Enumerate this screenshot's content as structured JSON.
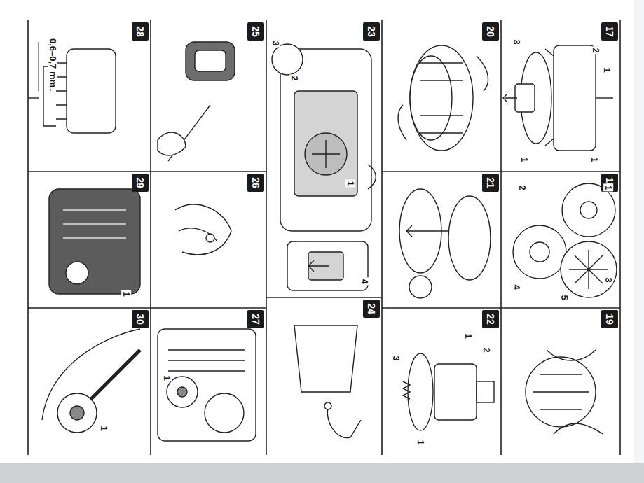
{
  "diagram": {
    "nodes": [
      {
        "text": [
          "17"
        ]
      },
      {
        "text": [
          "18"
        ]
      },
      {
        "text": [
          "19"
        ]
      },
      {
        "text": [
          "20"
        ]
      },
      {
        "text": [
          "21"
        ]
      },
      {
        "text": [
          "22"
        ]
      },
      {
        "text": [
          "23"
        ]
      },
      {
        "text": [
          "24"
        ]
      },
      {
        "text": [
          "25"
        ]
      },
      {
        "text": [
          "26"
        ]
      },
      {
        "text": [
          "27"
        ]
      },
      {
        "text": [
          "28"
        ]
      },
      {
        "text": [
          "29"
        ]
      },
      {
        "text": [
          "30"
        ]
      }
    ],
    "labels": [
      "2",
      "1",
      "3",
      "1",
      "1",
      "1",
      "2",
      "3",
      "4",
      "5",
      "1",
      "2",
      "1",
      "3",
      "3",
      "2",
      "1",
      "4",
      "1",
      "0,6–0,7 mm",
      "1",
      "1"
    ]
  }
}
